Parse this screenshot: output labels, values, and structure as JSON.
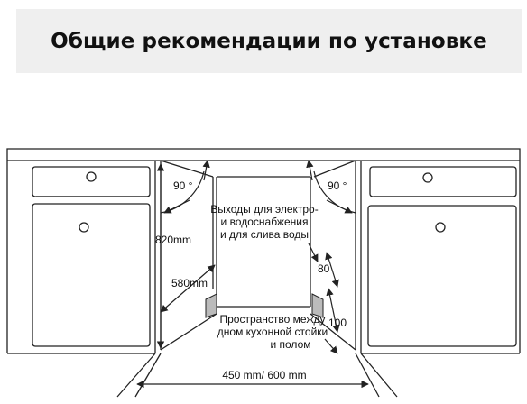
{
  "header": {
    "title": "Общие рекомендации по установке"
  },
  "diagram": {
    "angle_left": "90 °",
    "angle_right": "90 °",
    "height_label": "820mm",
    "depth_label": "580mm",
    "outlets_label": [
      "Выходы для электро-",
      "и водоснабжения",
      "и для слива воды"
    ],
    "dim_80": "80",
    "dim_100": "100",
    "plinth_label": [
      "Пространство между",
      "дном кухонной стойки",
      "и полом"
    ],
    "width_label": "450 mm/ 600 mm",
    "colors": {
      "line": "#222222",
      "fill": "#ffffff",
      "shade": "#bbbbbb"
    }
  }
}
